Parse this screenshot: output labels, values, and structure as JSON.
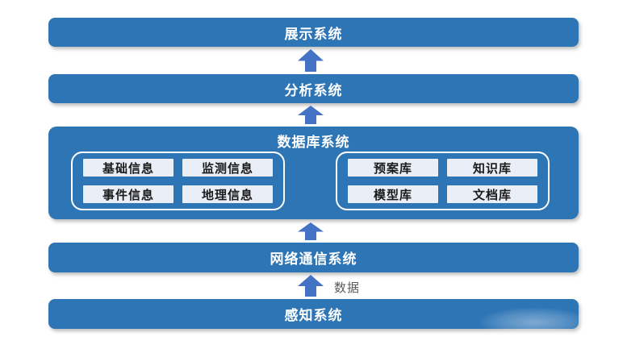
{
  "layers": {
    "display": "展示系统",
    "analysis": "分析系统",
    "database": "数据库系统",
    "network": "网络通信系统",
    "perception": "感知系统"
  },
  "database_groups": {
    "info": [
      "基础信息",
      "监测信息",
      "事件信息",
      "地理信息"
    ],
    "library": [
      "预案库",
      "知识库",
      "模型库",
      "文档库"
    ]
  },
  "arrow_label": "数据",
  "colors": {
    "bar_blue": "#2E75B6",
    "arrow_blue": "#4472C4",
    "box_bg": "#E9EEF7",
    "box_text": "#1A1A1A",
    "flow_label_gray": "#595959",
    "title_text": "#FFFFFF",
    "background": "#FFFFFF"
  }
}
